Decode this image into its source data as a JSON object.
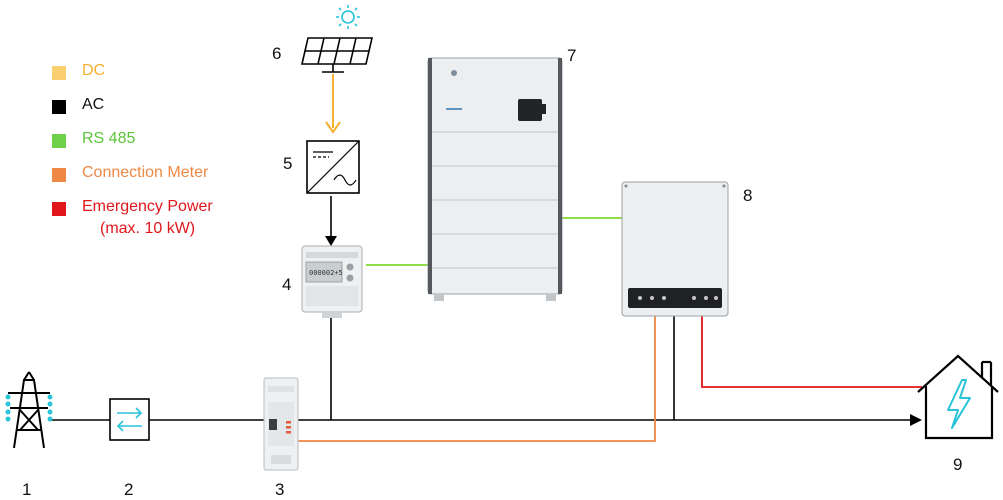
{
  "legend": {
    "items": [
      {
        "label": "DC",
        "color": "#f9cf70"
      },
      {
        "label": "AC",
        "color": "#000000"
      },
      {
        "label": "RS 485",
        "color": "#6fd14a"
      },
      {
        "label": "Connection Meter",
        "color": "#ee8844"
      },
      {
        "label": "Emergency Power",
        "label2": "(max. 10 kW)",
        "color": "#e0161b"
      }
    ]
  },
  "numbers": {
    "n1": "1",
    "n2": "2",
    "n3": "3",
    "n4": "4",
    "n5": "5",
    "n6": "6",
    "n7": "7",
    "n8": "8",
    "n9": "9"
  },
  "colors": {
    "dc_line": "#f5b030",
    "ac_line": "#000000",
    "rs485_line": "#8fdc4a",
    "meter_line": "#ee8844",
    "emergency_line": "#e0161b",
    "icon_cyan": "#29c4d8"
  },
  "meter_display": "000002+5"
}
